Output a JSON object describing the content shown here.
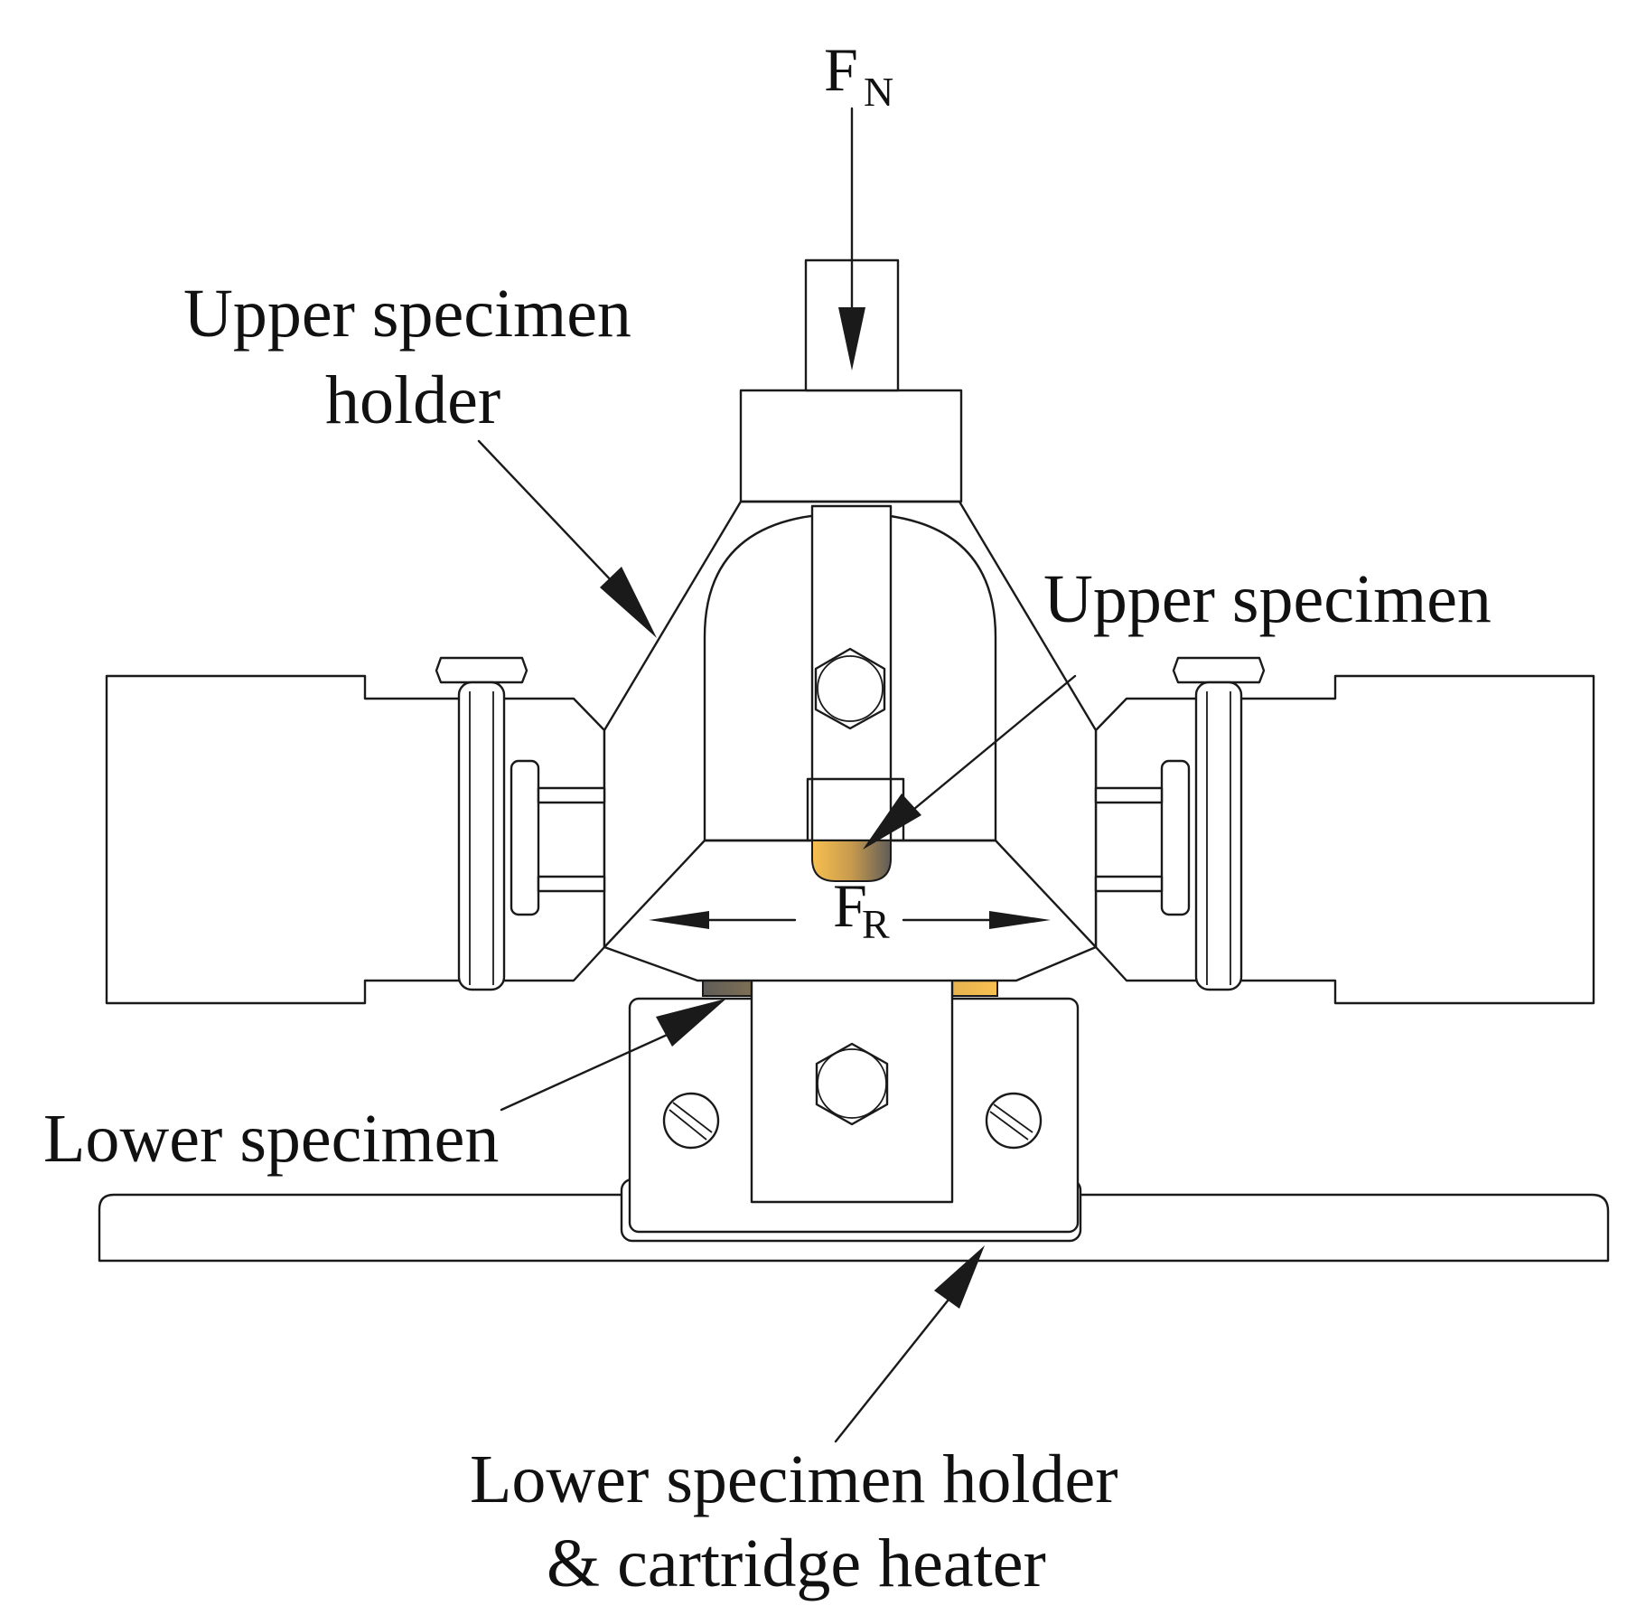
{
  "labels": {
    "force_normal": {
      "main": "F",
      "sub": "N"
    },
    "force_friction": {
      "main": "F",
      "sub": "R"
    },
    "upper_holder": [
      "Upper specimen",
      "holder"
    ],
    "upper_specimen": "Upper specimen",
    "lower_specimen": "Lower specimen",
    "lower_holder": [
      "Lower specimen holder",
      "& cartridge heater"
    ]
  },
  "colors": {
    "specimen_warm": "#f8c050",
    "specimen_dark": "#5f5c58",
    "line": "#1a1a1a",
    "background": "#ffffff"
  }
}
